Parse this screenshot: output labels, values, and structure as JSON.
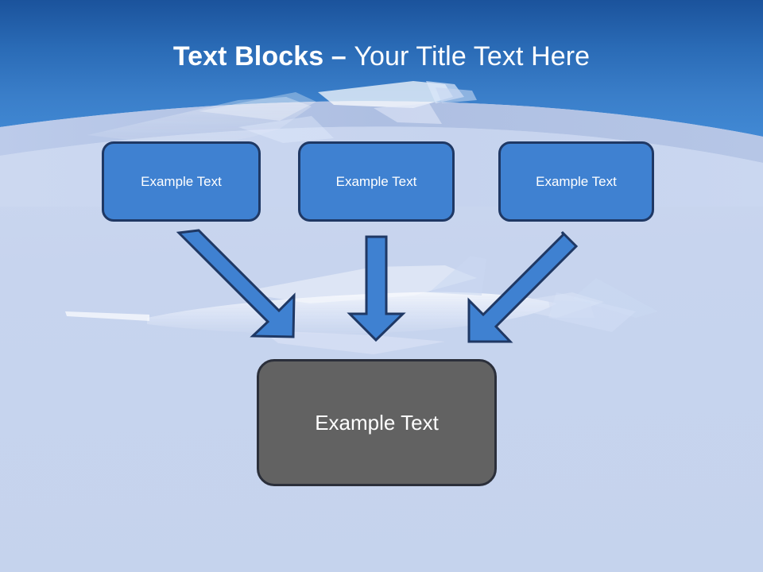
{
  "slide": {
    "title": {
      "strong_part": "Text Blocks – ",
      "light_part": "Your Title Text Here"
    },
    "colors": {
      "header_top": "#1f5ca8",
      "header_bottom": "#3f86d0",
      "body_background": "#c8d5ef",
      "band_light": "#aebfe2",
      "box_fill": "#3f81d1",
      "box_border": "#1f3864",
      "result_fill": "#626262",
      "result_border": "#2b2f3a",
      "text_on_box": "#ffffff"
    },
    "blocks": [
      {
        "id": "block-1",
        "label": "Example Text"
      },
      {
        "id": "block-2",
        "label": "Example Text"
      },
      {
        "id": "block-3",
        "label": "Example Text"
      }
    ],
    "result_block": {
      "id": "result-block",
      "label": "Example Text"
    },
    "connectors": [
      {
        "id": "arrow-left",
        "direction": "down-right",
        "from": "block-1",
        "to": "result-block"
      },
      {
        "id": "arrow-middle",
        "direction": "down",
        "from": "block-2",
        "to": "result-block"
      },
      {
        "id": "arrow-right",
        "direction": "down-left",
        "from": "block-3",
        "to": "result-block"
      }
    ],
    "background": {
      "watermark": "fighter-jet-watermark"
    }
  }
}
